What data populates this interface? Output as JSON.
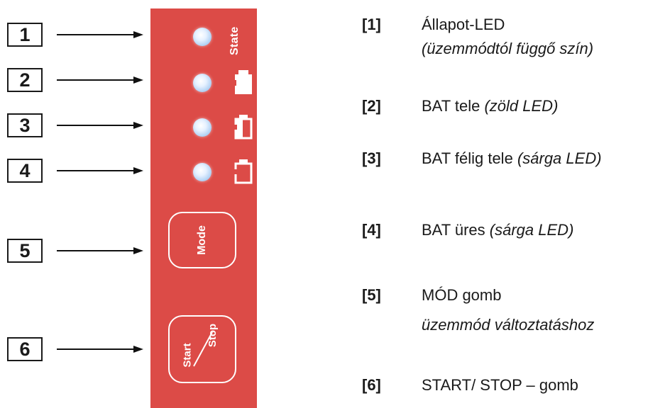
{
  "callouts": [
    "1",
    "2",
    "3",
    "4",
    "5",
    "6"
  ],
  "panel": {
    "state_label": "State",
    "mode_label": "Mode",
    "start_label": "Start",
    "stop_label": "Stop",
    "panel_color": "#dc4b47",
    "led_color": "#a9cdf2"
  },
  "legend": [
    {
      "key": "[1]",
      "text": "Állapot-LED",
      "note": "(üzemmódtól függő szín)"
    },
    {
      "key": "[2]",
      "text": "BAT tele",
      "note": "(zöld LED)"
    },
    {
      "key": "[3]",
      "text": "BAT félig tele",
      "note": "(sárga LED)"
    },
    {
      "key": "[4]",
      "text": "BAT üres",
      "note": "(sárga LED)"
    },
    {
      "key": "[5]",
      "text": "MÓD gomb",
      "note": "üzemmód változtatáshoz"
    },
    {
      "key": "[6]",
      "text": "START/ STOP – gomb",
      "note": ""
    }
  ]
}
